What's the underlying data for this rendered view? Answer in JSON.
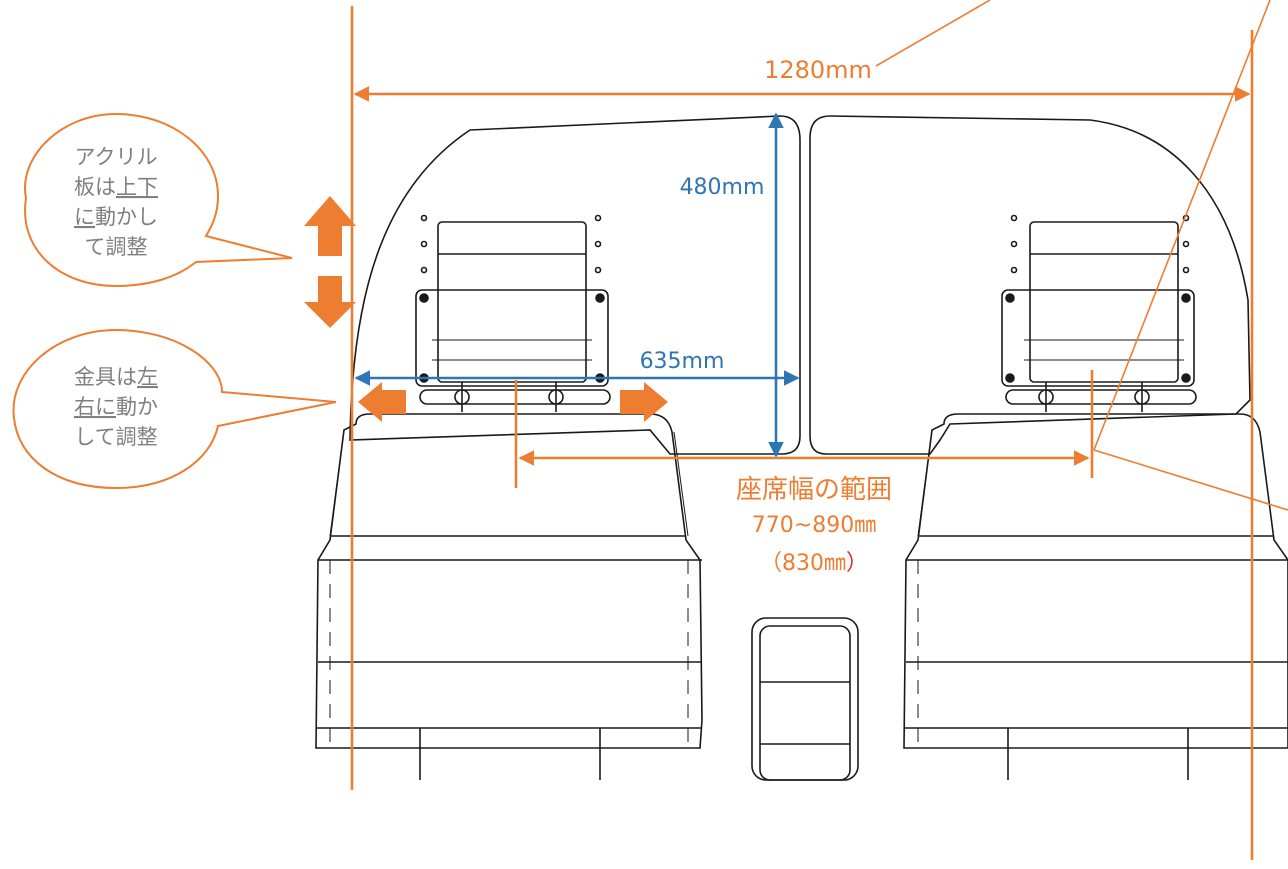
{
  "colors": {
    "orange": "#ED7D31",
    "blue": "#2E75B6",
    "outline": "#1a1a1a",
    "callout_text": "#808080",
    "red": "#E03030"
  },
  "dimensions": {
    "total_width": "1280mm",
    "panel_height": "480mm",
    "panel_width": "635mm",
    "seat_range_title": "座席幅の範囲",
    "seat_range_values": "770~890㎜",
    "seat_range_default_open": "（",
    "seat_range_default_value": "830㎜",
    "seat_range_default_close": "）"
  },
  "callouts": {
    "acrylic": {
      "line1": "アクリル",
      "line2_prefix": "板は",
      "line2_underlined": "上下",
      "line3_underlined": "に",
      "line3_suffix": "動かし",
      "line4": "て調整"
    },
    "bracket": {
      "line1_prefix": "金具は",
      "line1_underlined": "左",
      "line2_underlined": "右に",
      "line2_suffix": "動か",
      "line3": "して調整"
    }
  }
}
